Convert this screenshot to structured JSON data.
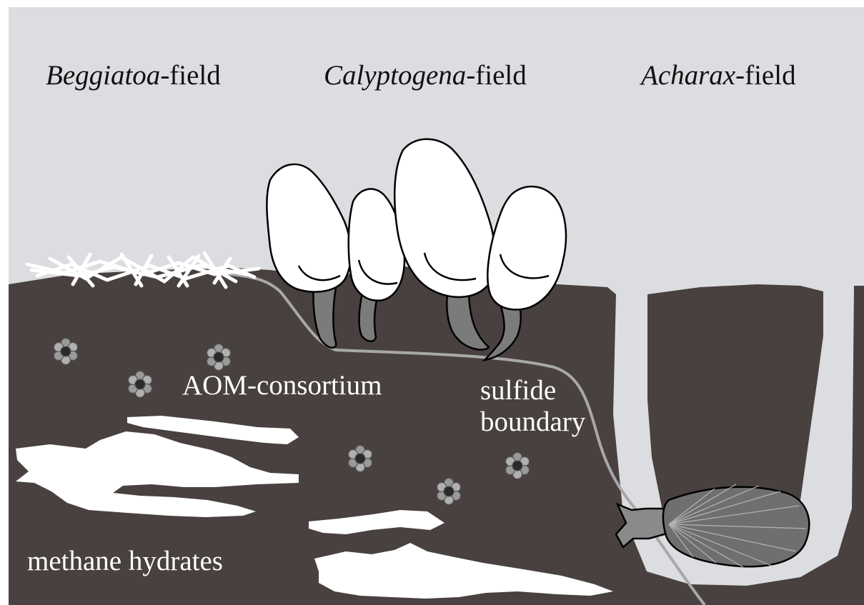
{
  "labels": {
    "beggiatoa_name": "Beggiatoa",
    "beggiatoa_suffix": "-field",
    "calyptogena_name": "Calyptogena",
    "calyptogena_suffix": "-field",
    "acharax_name": "Acharax",
    "acharax_suffix": "-field",
    "aom": "AOM-consortium",
    "sulfide_line1": "sulfide",
    "sulfide_line2": "boundary",
    "methane": "methane hydrates"
  },
  "colors": {
    "water": "#dcdde0",
    "sediment": "#48413f",
    "hydrate": "#ffffff",
    "clam_shell": "#ffffff",
    "clam_foot": "#7b7b7b",
    "sulfide_line": "#a8a8a8",
    "acharax_shell": "#6f6f6f",
    "aom_cell": "#9a9a9a",
    "aom_core": "#2a2a2a"
  },
  "icons": {
    "beggiatoa_mat": "bacterial-mat-icon",
    "calyptogena_clams": "clam-icon",
    "acharax_clam": "clam-icon",
    "aom_consortium": "cell-cluster-icon"
  }
}
